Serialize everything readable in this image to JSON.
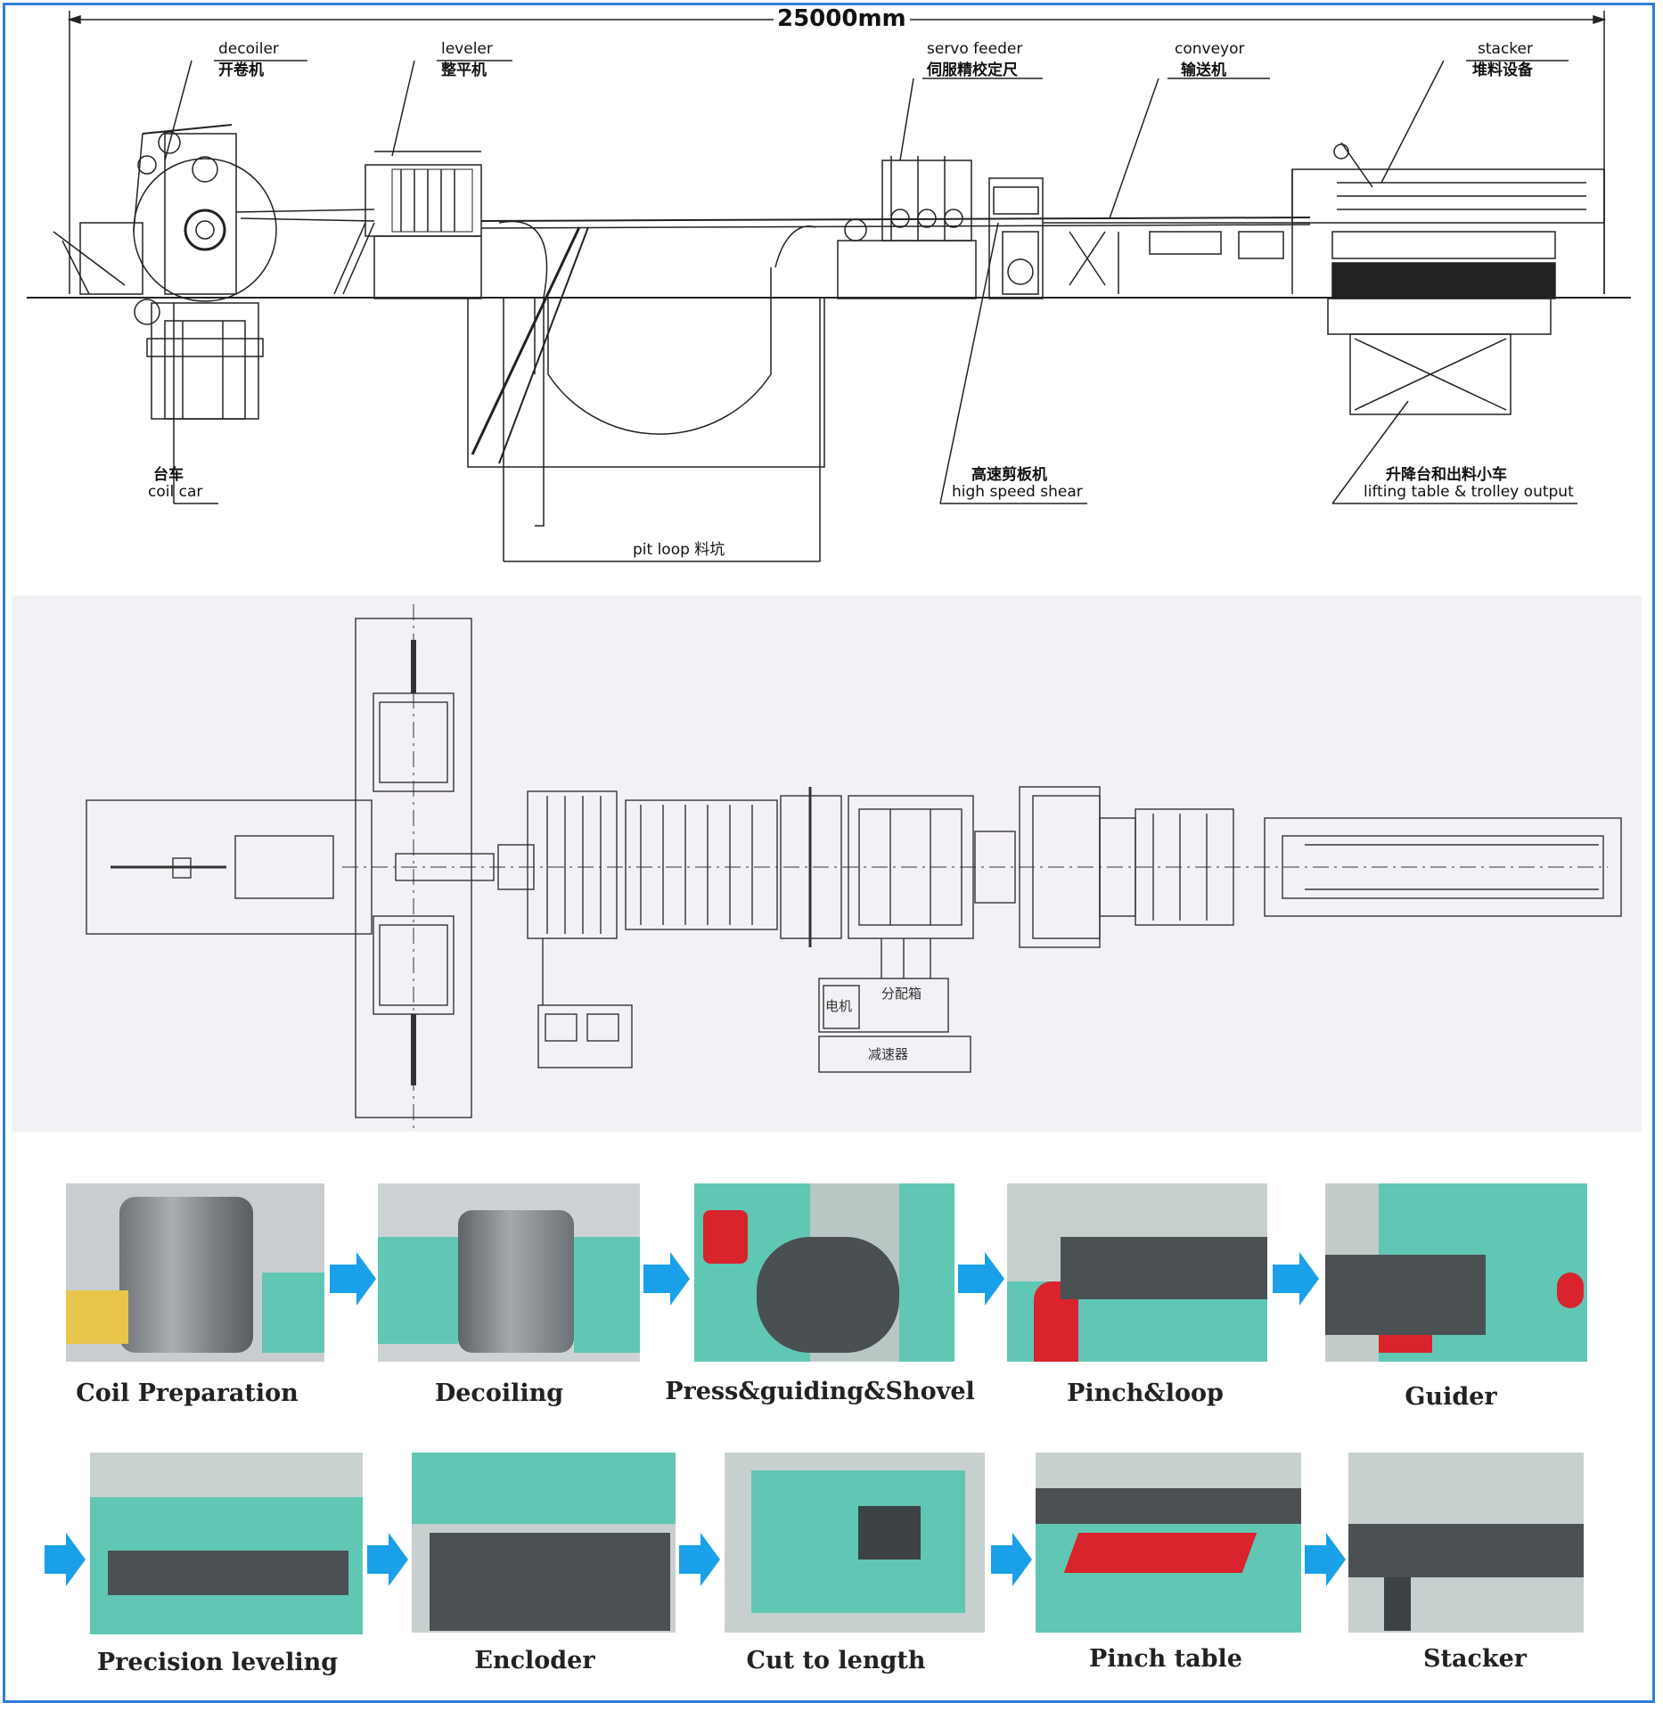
{
  "layout_diagram": {
    "total_length": "25000mm",
    "labels": {
      "decoiler_en": "decoiler",
      "decoiler_cn": "开卷机",
      "leveler_en": "leveler",
      "leveler_cn": "整平机",
      "servo_en": "servo feeder",
      "servo_cn": "伺服精校定尺",
      "conveyor_en": "conveyor",
      "conveyor_cn": "输送机",
      "stacker_en": "stacker",
      "stacker_cn": "堆料设备",
      "coilcar_cn": "台车",
      "coilcar_en": "coil car",
      "shear_cn": "高速剪板机",
      "shear_en": "high speed shear",
      "lifting_cn": "升降台和出料小车",
      "lifting_en": "lifting table & trolley output",
      "pitloop": "pit loop  料坑"
    }
  },
  "plan_view": {
    "motor": "电机",
    "gearbox": "分配箱",
    "reducer": "减速器"
  },
  "process": {
    "row1": [
      "Coil Preparation",
      "Decoiling",
      "Press&guiding&Shovel",
      "Pinch&loop",
      "Guider"
    ],
    "row2": [
      "Precision leveling",
      "Encloder",
      "Cut to length",
      "Pinch table",
      "Stacker"
    ]
  },
  "colors": {
    "frame": "#2f7fd6",
    "arrow": "#1aa0e8",
    "machine_green": "#5fc7b4",
    "red_part": "#d9232d"
  }
}
